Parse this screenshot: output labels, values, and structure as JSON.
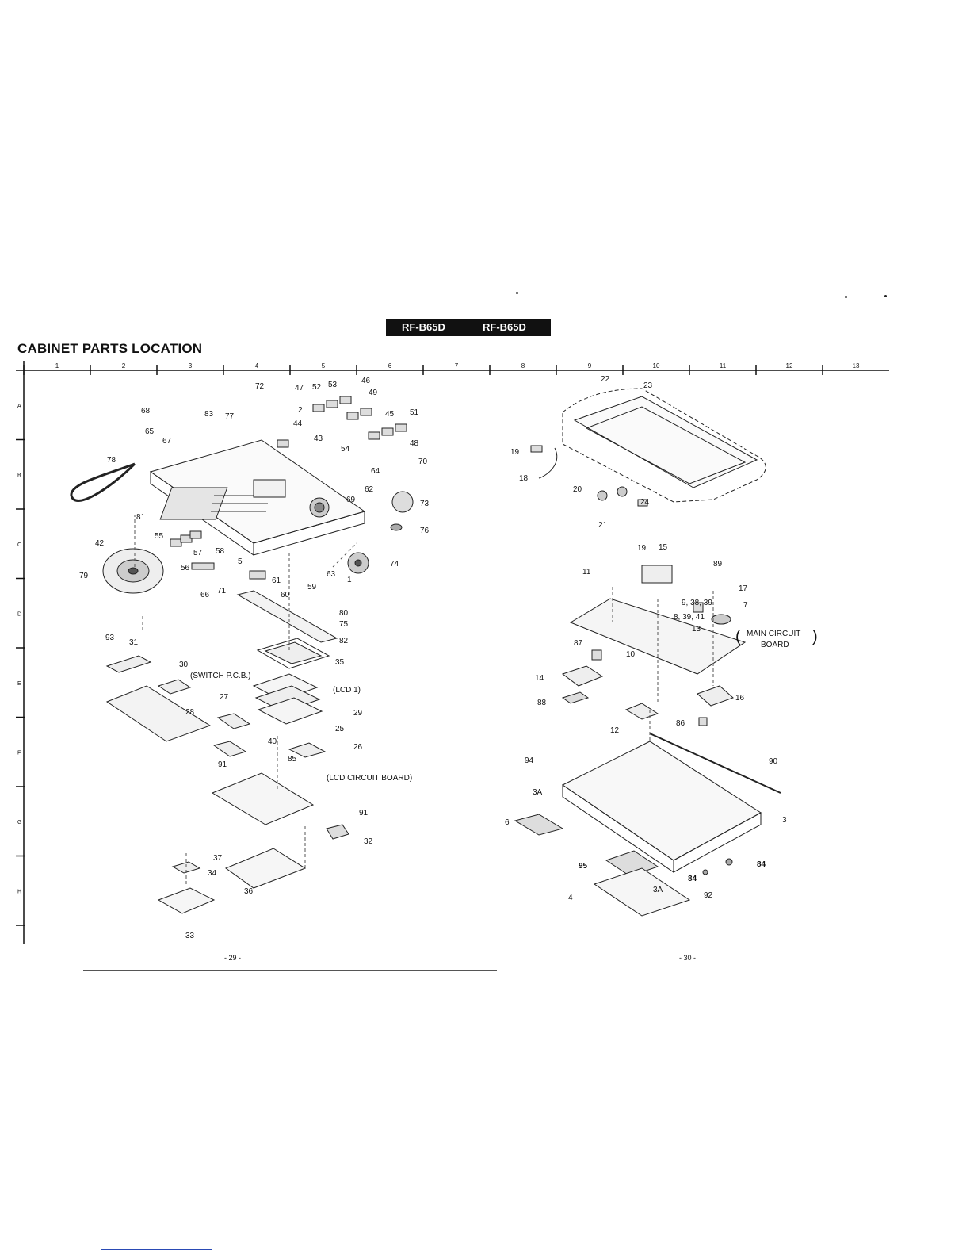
{
  "header": {
    "model_left": "RF-B65D",
    "model_right": "RF-B65D"
  },
  "title": "CABINET PARTS LOCATION",
  "grid": {
    "columns": [
      "1",
      "2",
      "3",
      "4",
      "5",
      "6",
      "7",
      "8",
      "9",
      "10",
      "11",
      "12",
      "13"
    ],
    "rows": [
      "A",
      "B",
      "C",
      "D",
      "E",
      "F",
      "G",
      "H"
    ]
  },
  "annotations": {
    "switch_pcb": "(SWITCH P.C.B.)",
    "lcd1": "(LCD 1)",
    "lcd_circuit_board": "(LCD CIRCUIT BOARD)",
    "main_circuit_line1": "MAIN CIRCUIT",
    "main_circuit_line2": "BOARD",
    "note_9_38_39": "9, 38, 39",
    "note_8_39_41": "8, 39, 41"
  },
  "callouts_left": [
    "72",
    "46",
    "47",
    "52",
    "53",
    "49",
    "68",
    "83",
    "77",
    "44",
    "45",
    "51",
    "2",
    "43",
    "48",
    "54",
    "65",
    "67",
    "78",
    "64",
    "70",
    "62",
    "69",
    "73",
    "81",
    "76",
    "55",
    "42",
    "57",
    "58",
    "5",
    "74",
    "79",
    "56",
    "66",
    "71",
    "61",
    "59",
    "63",
    "1",
    "60",
    "80",
    "75",
    "93",
    "82",
    "31",
    "30",
    "35",
    "28",
    "27",
    "29",
    "25",
    "40",
    "26",
    "91",
    "85",
    "91",
    "32",
    "37",
    "34",
    "36",
    "33"
  ],
  "callouts_right": [
    "22",
    "23",
    "19",
    "18",
    "20",
    "24",
    "21",
    "19",
    "15",
    "11",
    "89",
    "17",
    "7",
    "13",
    "87",
    "10",
    "14",
    "88",
    "12",
    "16",
    "86",
    "94",
    "90",
    "3A",
    "6",
    "3",
    "95",
    "84",
    "84",
    "3A",
    "92",
    "4"
  ],
  "footer": {
    "page_left": "- 29 -",
    "page_right": "- 30 -"
  }
}
